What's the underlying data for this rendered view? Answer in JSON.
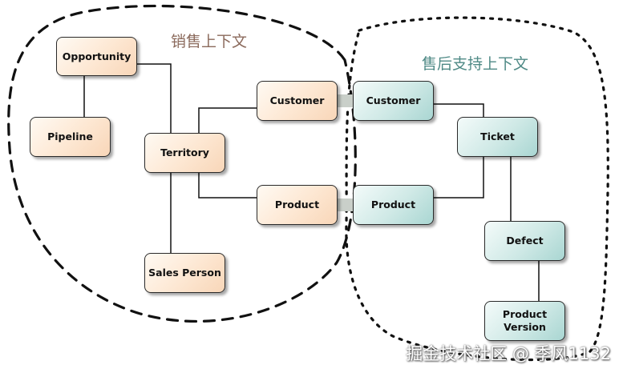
{
  "contexts": {
    "sales": {
      "title": "销售上下文",
      "color": "#8b6a5c"
    },
    "support": {
      "title": "售后支持上下文",
      "color": "#4f8a86"
    }
  },
  "nodes": {
    "opportunity": "Opportunity",
    "pipeline": "Pipeline",
    "territory": "Territory",
    "sales_person": "Sales Person",
    "sales_customer": "Customer",
    "sales_product": "Product",
    "support_customer": "Customer",
    "support_product": "Product",
    "ticket": "Ticket",
    "defect": "Defect",
    "product_version_line1": "Product",
    "product_version_line2": "Version"
  },
  "colors": {
    "sales_fill": "#fde7d2",
    "support_fill": "#cfe9e6",
    "line": "#111111",
    "boundary": "#111111"
  },
  "watermark": "掘金技术社区 @ 季风1132"
}
